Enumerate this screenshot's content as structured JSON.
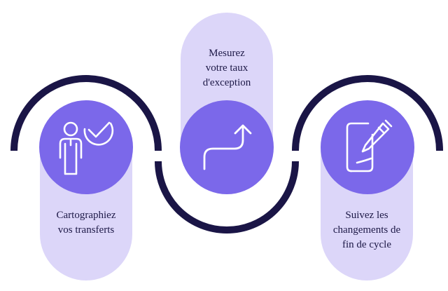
{
  "colors": {
    "pill": "#dcd6f9",
    "circle": "#7b68ea",
    "arc": "#1a1546",
    "icon": "#ffffff",
    "text": "#1c1846"
  },
  "steps": [
    {
      "icon": "person-check-icon",
      "label_lines": [
        "Cartographiez",
        "vos transferts"
      ]
    },
    {
      "icon": "curved-arrow-up-icon",
      "label_lines": [
        "Mesurez",
        "votre taux",
        "d'exception"
      ]
    },
    {
      "icon": "document-pen-icon",
      "label_lines": [
        "Suivez les",
        "changements de",
        "fin de cycle"
      ]
    }
  ]
}
